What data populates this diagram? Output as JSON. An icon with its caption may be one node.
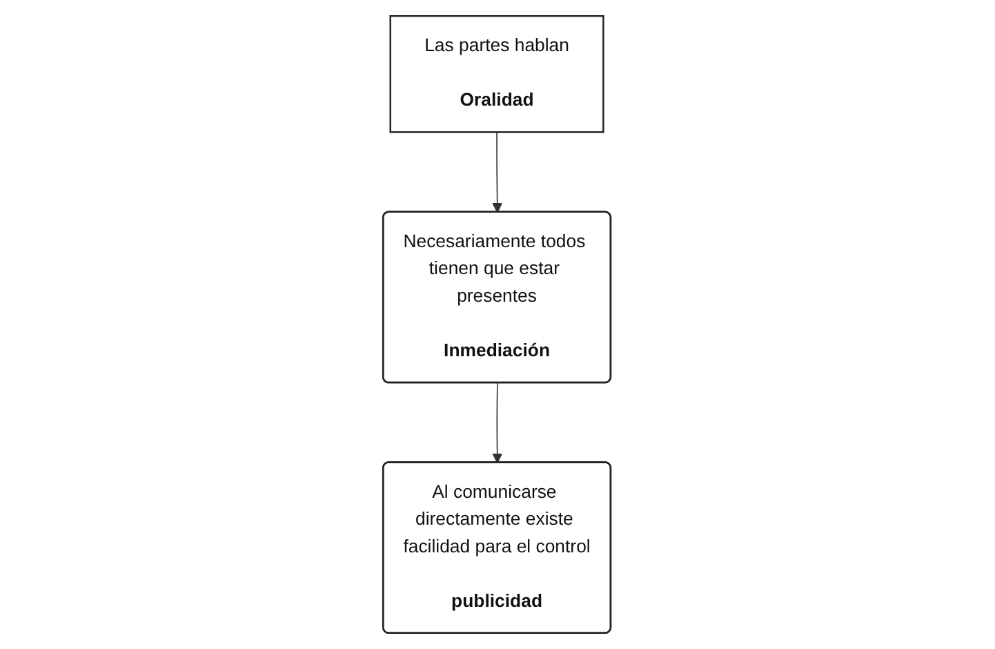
{
  "diagram": {
    "nodes": [
      {
        "text": [
          "Las partes hablan",
          "Oralidad"
        ]
      },
      {
        "text": [
          "Necesariamente todos tienen que estar presentes",
          "Inmediación"
        ]
      },
      {
        "text": [
          "Al comunicarse directamente existe facilidad para el control",
          "publicidad"
        ]
      }
    ],
    "edges": [
      {
        "from": 0,
        "to": 1,
        "arrow": "to"
      },
      {
        "from": 1,
        "to": 2,
        "arrow": "to"
      }
    ]
  }
}
